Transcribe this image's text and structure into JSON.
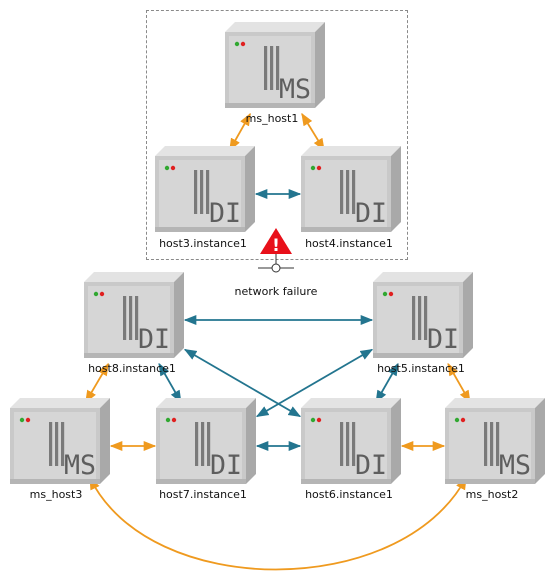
{
  "colors": {
    "orange_link": "#ef9a1f",
    "teal_link": "#23758f",
    "server_front": "#c9c9c9",
    "server_side": "#a9a9a9",
    "server_top": "#e3e3e3",
    "letter": "#5e5e5e",
    "warning_red": "#e8101a"
  },
  "servers": [
    {
      "id": "ms_host1",
      "badge": "MS",
      "label": "ms_host1"
    },
    {
      "id": "host3",
      "badge": "DI",
      "label": "host3.instance1"
    },
    {
      "id": "host4",
      "badge": "DI",
      "label": "host4.instance1"
    },
    {
      "id": "host8",
      "badge": "DI",
      "label": "host8.instance1"
    },
    {
      "id": "host5",
      "badge": "DI",
      "label": "host5.instance1"
    },
    {
      "id": "ms_host3",
      "badge": "MS",
      "label": "ms_host3"
    },
    {
      "id": "host7",
      "badge": "DI",
      "label": "host7.instance1"
    },
    {
      "id": "host6",
      "badge": "DI",
      "label": "host6.instance1"
    },
    {
      "id": "ms_host2",
      "badge": "MS",
      "label": "ms_host2"
    }
  ],
  "warning": {
    "label": "network failure",
    "icon": "warning-triangle-icon",
    "symbol": "!"
  },
  "links": [
    {
      "from": "ms_host1",
      "to": "host3",
      "color": "orange"
    },
    {
      "from": "ms_host1",
      "to": "host4",
      "color": "orange"
    },
    {
      "from": "host3",
      "to": "host4",
      "color": "teal"
    },
    {
      "from": "host8",
      "to": "host5",
      "color": "teal"
    },
    {
      "from": "host8",
      "to": "host7",
      "color": "teal"
    },
    {
      "from": "host8",
      "to": "host6",
      "color": "teal"
    },
    {
      "from": "host5",
      "to": "host7",
      "color": "teal"
    },
    {
      "from": "host5",
      "to": "host6",
      "color": "teal"
    },
    {
      "from": "host8",
      "to": "ms_host3",
      "color": "orange"
    },
    {
      "from": "host5",
      "to": "ms_host2",
      "color": "orange"
    },
    {
      "from": "ms_host3",
      "to": "host7",
      "color": "orange"
    },
    {
      "from": "host7",
      "to": "host6",
      "color": "teal"
    },
    {
      "from": "host6",
      "to": "ms_host2",
      "color": "orange"
    },
    {
      "from": "ms_host3",
      "to": "ms_host2",
      "color": "orange"
    }
  ]
}
